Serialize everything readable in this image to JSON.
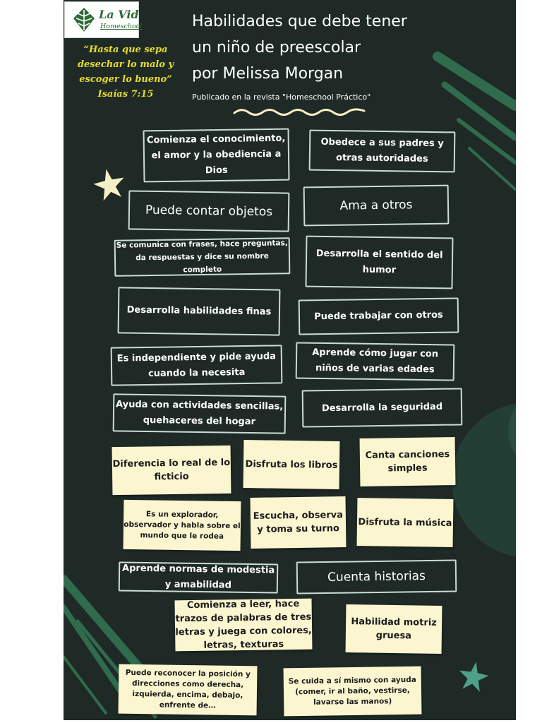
{
  "logo": {
    "name": "La Vid",
    "sub": "Homeschool",
    "icon": "leaf-icon",
    "color": "#2d6a35"
  },
  "quote": {
    "text": "“Hasta que sepa desechar lo malo y escoger lo bueno”",
    "ref": "Isaías 7:15",
    "color": "#e6dc2c"
  },
  "title": {
    "line1": "Habilidades que debe tener",
    "line2": "un niño de preescolar",
    "line3": "por Melissa Morgan"
  },
  "subtitle": "Publicado en la revista \"Homeschool Práctico\"",
  "colors": {
    "background": "#1f2a27",
    "note": "#fbf6d0",
    "border": "#c9dcd4",
    "accent_green": "#2f6b4c",
    "star": "#f4efc4"
  },
  "skills": [
    "Comienza el conocimiento, el amor y la obediencia a Dios",
    "Obedece a sus padres y otras autoridades",
    "Puede contar objetos",
    "Ama a otros",
    "Se comunica con frases, hace preguntas, da respuestas y dice su nombre completo",
    "Desarrolla el sentido del humor",
    "Desarrolla habilidades finas",
    "Puede trabajar con otros",
    "Es independiente y pide ayuda cuando la necesita",
    "Aprende cómo jugar con niños de varias edades",
    "Ayuda con actividades sencillas, quehaceres del hogar",
    "Desarrolla la seguridad",
    "Diferencia lo real de lo ficticio",
    "Disfruta los libros",
    "Canta canciones simples",
    "Es un explorador, observador y habla sobre el mundo que le rodea",
    "Escucha, observa y toma su turno",
    "Disfruta la música",
    "Aprende normas de modestia y amabilidad",
    "Cuenta historias",
    "Comienza a leer, hace trazos de palabras de tres letras y juega con colores, letras, texturas",
    "Habilidad motriz gruesa",
    "Puede reconocer la posición y direcciones como derecha, izquierda, encima, debajo, enfrente de…",
    "Se cuida a sí mismo con ayuda (comer, ir al baño, vestirse, lavarse las manos)"
  ]
}
